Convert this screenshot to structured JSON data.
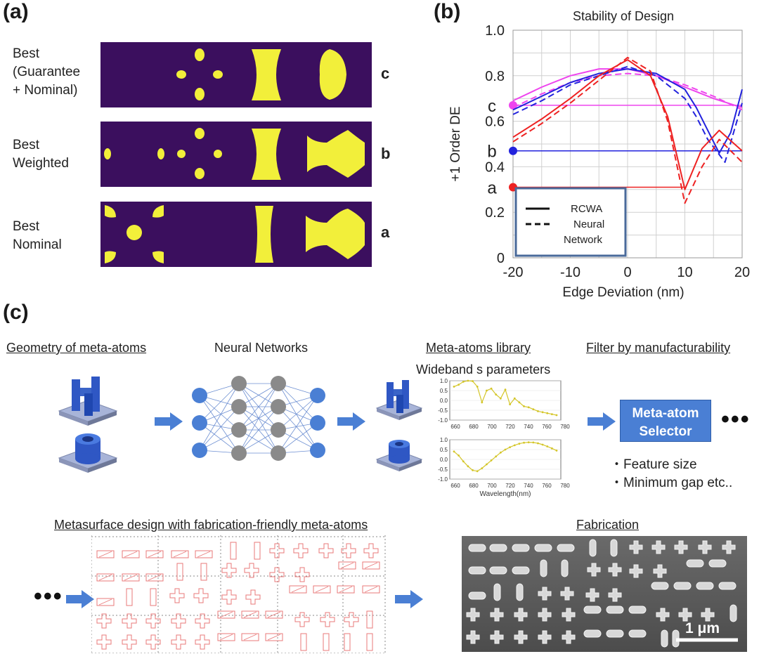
{
  "panel_a": {
    "label": "(a)",
    "rows": [
      {
        "lines": [
          "Best",
          "(Guarantee",
          "+ Nominal)"
        ],
        "letter": "c"
      },
      {
        "lines": [
          "Best",
          "Weighted"
        ],
        "letter": "b"
      },
      {
        "lines": [
          "Best",
          "Nominal"
        ],
        "letter": "a"
      }
    ],
    "colors": {
      "background": "#3b0f5e",
      "shape": "#f2ef3a"
    }
  },
  "panel_b": {
    "label": "(b)",
    "legend": {
      "solid": "RCWA",
      "dashed_line1": "Neural",
      "dashed_line2": "Network"
    },
    "markers": [
      {
        "label": "c",
        "value": 0.67,
        "color": "#ee44ee"
      },
      {
        "label": "b",
        "value": 0.47,
        "color": "#2222dd"
      },
      {
        "label": "a",
        "value": 0.31,
        "color": "#ee2222"
      }
    ]
  },
  "chart_data": {
    "type": "line",
    "title": "Stability of Design",
    "xlabel": "Edge Deviation (nm)",
    "ylabel": "+1 Order DE",
    "xlim": [
      -20,
      20
    ],
    "ylim": [
      0,
      1.0
    ],
    "xticks": [
      "-20",
      "-10",
      "0",
      "10",
      "20"
    ],
    "yticks": [
      "0",
      "0.2",
      "0.4",
      "0.6",
      "0.8",
      "1.0"
    ],
    "grid": true,
    "legend_position": "bottom-left",
    "series": [
      {
        "name": "c",
        "method": "RCWA",
        "color": "#ee44ee",
        "dash": false,
        "x": [
          -20,
          -15,
          -10,
          -5,
          0,
          5,
          10,
          15,
          20
        ],
        "y": [
          0.69,
          0.75,
          0.8,
          0.83,
          0.83,
          0.8,
          0.75,
          0.7,
          0.66
        ]
      },
      {
        "name": "c",
        "method": "Neural Network",
        "color": "#ee44ee",
        "dash": true,
        "x": [
          -20,
          -15,
          -10,
          -5,
          0,
          5,
          10,
          15,
          20
        ],
        "y": [
          0.66,
          0.72,
          0.77,
          0.8,
          0.81,
          0.8,
          0.76,
          0.71,
          0.65
        ]
      },
      {
        "name": "b",
        "method": "RCWA",
        "color": "#2222dd",
        "dash": false,
        "x": [
          -20,
          -15,
          -10,
          -5,
          0,
          5,
          10,
          12,
          14,
          16,
          18,
          20
        ],
        "y": [
          0.65,
          0.71,
          0.77,
          0.81,
          0.83,
          0.81,
          0.74,
          0.66,
          0.56,
          0.46,
          0.55,
          0.74
        ]
      },
      {
        "name": "b",
        "method": "Neural Network",
        "color": "#2222dd",
        "dash": true,
        "x": [
          -20,
          -15,
          -10,
          -5,
          0,
          5,
          10,
          12,
          14,
          17,
          20
        ],
        "y": [
          0.63,
          0.69,
          0.76,
          0.8,
          0.84,
          0.8,
          0.7,
          0.62,
          0.52,
          0.42,
          0.68
        ]
      },
      {
        "name": "a",
        "method": "RCWA",
        "color": "#ee2222",
        "dash": false,
        "x": [
          -20,
          -15,
          -10,
          -5,
          0,
          4,
          7,
          10,
          13,
          16,
          20
        ],
        "y": [
          0.53,
          0.61,
          0.7,
          0.8,
          0.87,
          0.8,
          0.62,
          0.3,
          0.48,
          0.56,
          0.47
        ]
      },
      {
        "name": "a",
        "method": "Neural Network",
        "color": "#ee2222",
        "dash": true,
        "x": [
          -20,
          -15,
          -10,
          -5,
          0,
          4,
          7,
          10,
          13,
          16,
          20
        ],
        "y": [
          0.51,
          0.59,
          0.68,
          0.78,
          0.88,
          0.82,
          0.6,
          0.24,
          0.4,
          0.52,
          0.42
        ]
      }
    ]
  },
  "panel_c": {
    "label": "(c)",
    "titles": {
      "geometry": "Geometry of meta-atoms",
      "neural": "Neural Networks",
      "library": "Meta-atoms library",
      "filter": "Filter by manufacturability",
      "wideband": "Wideband s parameters",
      "metasurface": "Metasurface design with fabrication-friendly meta-atoms",
      "fabrication": "Fabrication"
    },
    "selector": {
      "line1": "Meta-atom",
      "line2": "Selector"
    },
    "bullets": [
      "・Feature size",
      "・Minimum gap etc.."
    ],
    "ellipsis": "•••",
    "scale_bar": "1 μm",
    "spectrum": {
      "xticks": [
        "660",
        "680",
        "700",
        "720",
        "740",
        "760",
        "780"
      ],
      "yticks": [
        "1.0",
        "0.5",
        "0.0",
        "-0.5",
        "-1.0"
      ],
      "xlabel": "Wavelength(nm)"
    },
    "colors": {
      "arrow": "#4a7fd4",
      "atom": "#3a64c8",
      "neuron_blue": "#4a7fd4",
      "neuron_grey": "#8a8a8a",
      "layout_pink": "#e87878"
    }
  }
}
